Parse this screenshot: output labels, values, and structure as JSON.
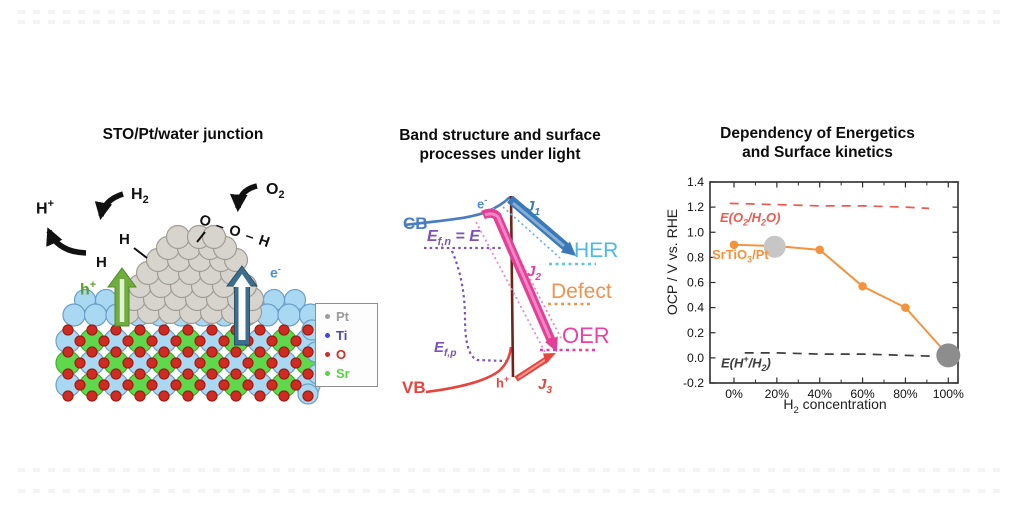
{
  "figure": {
    "junction": {
      "title": "STO/Pt/water junction",
      "labels": {
        "proton": "H<sup>+</sup>",
        "h2_molecule": "H<sub>2</sub>",
        "o2_molecule": "O<sub>2</sub>",
        "h_adsorbed_top": "H",
        "h_adsorbed_left": "H",
        "ooh_intermediate": "O – O – H",
        "hole": "h<sup>+</sup>",
        "electron": "e<sup>-</sup>"
      },
      "legend": {
        "items": [
          {
            "label": "Pt",
            "color": "#9b9b9b"
          },
          {
            "label": "Ti",
            "color": "#4443dd"
          },
          {
            "label": "O",
            "color": "#d42b24"
          },
          {
            "label": "Sr",
            "color": "#52d63f"
          }
        ]
      }
    },
    "band": {
      "title_line1": "Band structure and surface",
      "title_line2": "processes under light",
      "labels": {
        "cb": "CB",
        "vb": "VB",
        "electron": "e<sup>-</sup>",
        "hole": "h<sup>+</sup>",
        "efn": "<i>E</i><sub>f,n</sub> = <i>E</i>",
        "efp": "<i>E</i><sub>f,p</sub>",
        "j1": "<i>J</i><sub>1</sub>",
        "j2": "<i>J</i><sub>2</sub>",
        "j3": "<i>J</i><sub>3</sub>",
        "her": "HER",
        "defect": "Defect",
        "oer": "OER"
      }
    }
  },
  "chart_data": {
    "type": "line",
    "title": [
      "Dependency of Energetics",
      "and Surface kinetics"
    ],
    "xlabel_rich": "H<sub>2</sub> concentration",
    "ylabel": "OCP / V vs. RHE",
    "xlim_percent": [
      0,
      100
    ],
    "ylim": [
      -0.2,
      1.4
    ],
    "x_tick_values": [
      0,
      20,
      40,
      60,
      80,
      100
    ],
    "x_tick_labels": [
      "0%",
      "20%",
      "40%",
      "60%",
      "80%",
      "100%"
    ],
    "x_minor_tick_values": [
      10,
      30,
      50,
      70,
      90
    ],
    "y_tick_labels": [
      "-0.2",
      "0.0",
      "0.2",
      "0.4",
      "0.6",
      "0.8",
      "1.0",
      "1.2",
      "1.4"
    ],
    "grid": false,
    "legend_position": "inline-labels",
    "series": [
      {
        "name": "SrTiO3/Pt",
        "label_rich": "SrTiO<sub>3</sub>/Pt",
        "color": "#f5923e",
        "style": "solid",
        "markers": true,
        "x": [
          0,
          20,
          40,
          60,
          80,
          100
        ],
        "y": [
          0.9,
          0.89,
          0.86,
          0.57,
          0.4,
          0.02
        ]
      },
      {
        "name": "E(O2/H2O)",
        "label_rich": "<i>E</i>(O<sub>2</sub>/H<sub>2</sub>O)",
        "color": "#ed5a50",
        "style": "dashed",
        "markers": false,
        "x": [
          -2,
          20,
          40,
          60,
          80,
          91
        ],
        "y": [
          1.23,
          1.22,
          1.21,
          1.21,
          1.2,
          1.19
        ]
      },
      {
        "name": "E(H+/H2)",
        "label_rich": "<i>E</i>(H<sup>+</sup>/H<sub>2</sub>)",
        "color": "#3d3d3d",
        "style": "dashed",
        "markers": false,
        "x": [
          5,
          20,
          40,
          60,
          80,
          99
        ],
        "y": [
          0.04,
          0.04,
          0.03,
          0.03,
          0.02,
          0.01
        ]
      }
    ],
    "highlight_points": [
      {
        "x": 19,
        "y": 0.885,
        "r": 11,
        "color": "#c6c6c6"
      },
      {
        "x": 100,
        "y": 0.02,
        "r": 12,
        "color": "#8d8d8d"
      }
    ]
  },
  "colors": {
    "hole_green_arrow": "#6fae3e",
    "electron_blue_arrow": "#3c6e90",
    "cb_blue": "#4a7cc0",
    "vb_red": "#e8433d",
    "fermi_purple": "#7b52b8",
    "her_lightblue": "#4ab8e8",
    "defect_orange": "#ee9350",
    "oer_magenta": "#ea3fa4",
    "band_bending_line_maroon": "#6e2417",
    "sphere_blue": "#a9d9f2",
    "sphere_green": "#5ed94b",
    "sphere_red": "#d12b21",
    "sphere_gray": "#d7d4ce"
  }
}
